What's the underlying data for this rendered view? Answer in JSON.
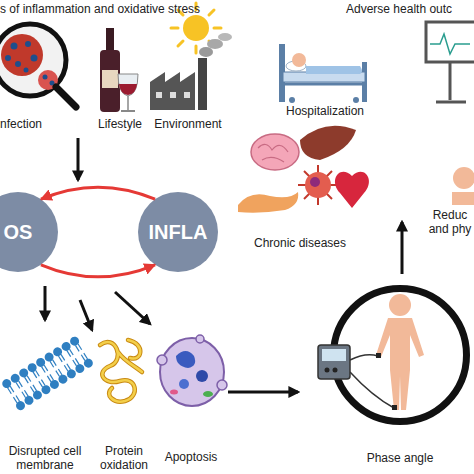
{
  "diagram": {
    "nodes": [
      {
        "text": [
          "OS"
        ]
      },
      {
        "text": [
          "INFLA"
        ]
      },
      {
        "text": [
          "Phase angle"
        ]
      }
    ],
    "edges": [
      {
        "from": 1,
        "to": 0,
        "arrow": "to"
      },
      {
        "from": 0,
        "to": 1,
        "arrow": "to"
      }
    ],
    "labels": [
      "s of inflammation and oxidative stress",
      "Adverse health outc",
      "nfection",
      "Lifestyle",
      "Environment",
      "Hospitalization",
      "Chronic diseases",
      "Reduc and phy",
      "Disrupted cell membrane",
      "Protein oxidation",
      "Apoptosis"
    ]
  }
}
